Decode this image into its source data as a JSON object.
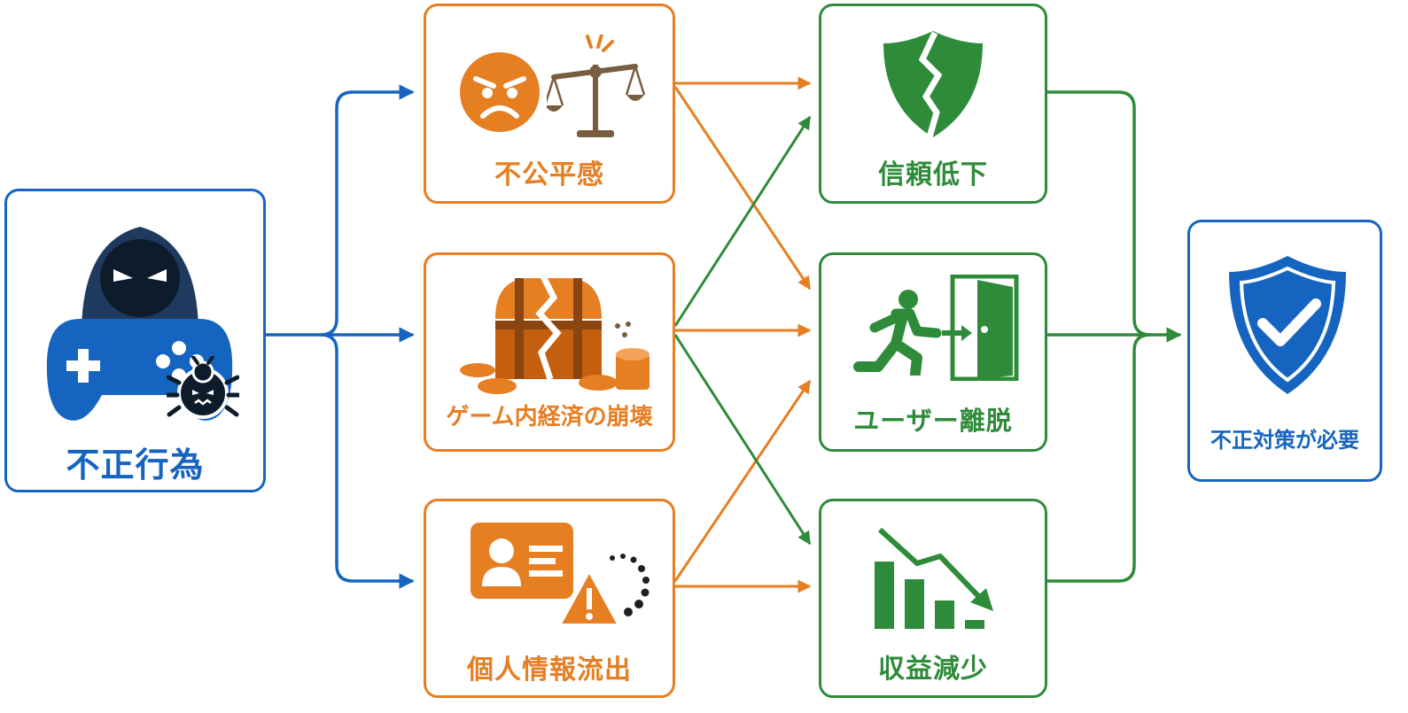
{
  "colors": {
    "cause": "#1565C0",
    "effect": "#E67E22",
    "outcome": "#2E8B3A",
    "icon_dark": "#1F3A5F",
    "scale_brown": "#7A5C3E"
  },
  "nodes": {
    "cheating": {
      "label": "不正行為",
      "icons": [
        "hooded-hacker-icon",
        "game-controller-icon",
        "bug-icon"
      ]
    },
    "unfairness": {
      "label": "不公平感",
      "icons": [
        "angry-face-icon",
        "balance-scale-icon"
      ]
    },
    "economy": {
      "label": "ゲーム内経済の崩壊",
      "icons": [
        "broken-treasure-chest-icon",
        "coin-stack-icon"
      ]
    },
    "leak": {
      "label": "個人情報流出",
      "icons": [
        "id-card-icon",
        "warning-icon"
      ]
    },
    "trust": {
      "label": "信頼低下",
      "icons": [
        "broken-shield-icon"
      ]
    },
    "churn": {
      "label": "ユーザー離脱",
      "icons": [
        "running-person-icon",
        "exit-door-icon"
      ]
    },
    "revenue": {
      "label": "収益減少",
      "icons": [
        "declining-chart-icon"
      ]
    },
    "countermeasure": {
      "label": "不正対策が必要",
      "icons": [
        "check-shield-icon"
      ]
    }
  }
}
